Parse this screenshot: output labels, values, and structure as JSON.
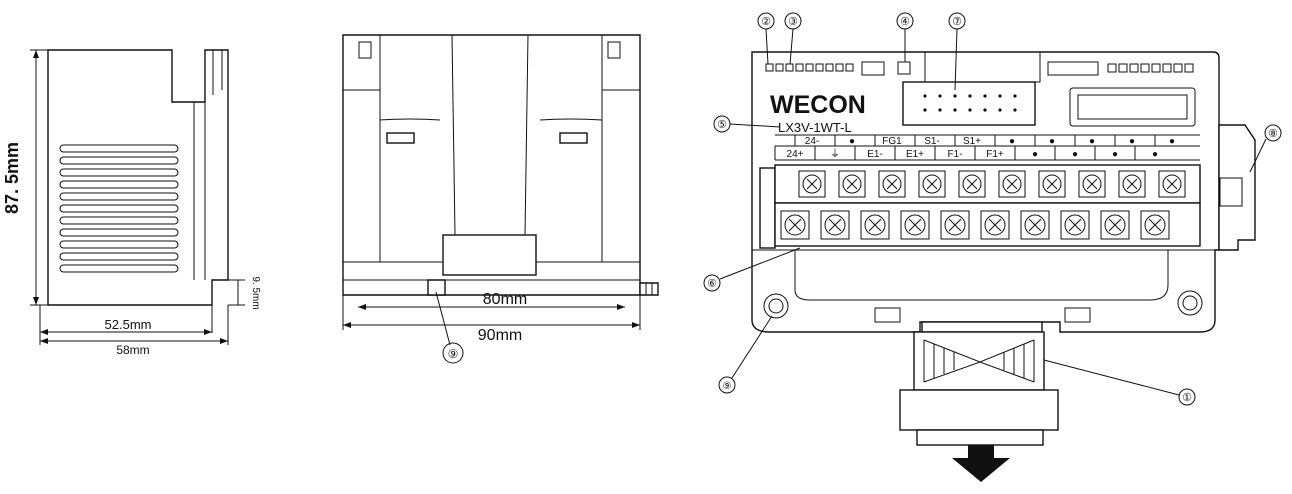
{
  "side_view": {
    "height_label": "87. 5mm",
    "width_inner_label": "52.5mm",
    "width_outer_label": "58mm",
    "foot_label": "9. 5mm"
  },
  "bottom_view": {
    "inner_width_label": "80mm",
    "outer_width_label": "90mm",
    "callout_9": "⑨"
  },
  "front_view": {
    "brand": "WECON",
    "model": "LX3V-1WT-L",
    "callouts": {
      "c1": "①",
      "c2": "②",
      "c3": "③",
      "c4": "④",
      "c5": "⑤",
      "c6": "⑥",
      "c7": "⑦",
      "c8": "⑧",
      "c9": "⑨"
    },
    "upper_terminals": [
      "24-",
      "●",
      "FG1",
      "S1-",
      "S1+",
      "●",
      "●",
      "●",
      "●",
      "●"
    ],
    "lower_terminals": [
      "24+",
      "⏚",
      "E1-",
      "E1+",
      "F1-",
      "F1+",
      "●",
      "●",
      "●",
      "●"
    ]
  }
}
